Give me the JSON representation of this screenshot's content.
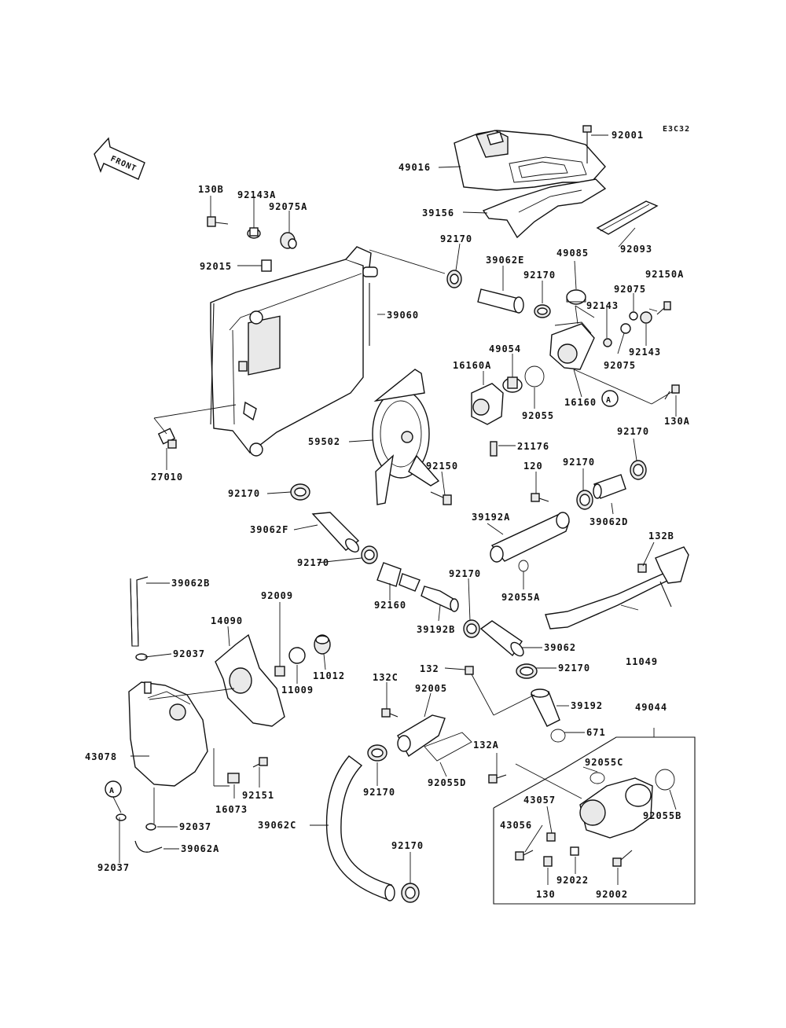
{
  "diagram": {
    "code": "E3C32",
    "front": "FRONT",
    "ref_circle": "A",
    "labels": {
      "p92001": "92001",
      "p49016": "49016",
      "p39156": "39156",
      "p92093": "92093",
      "p130B": "130B",
      "p92143A": "92143A",
      "p92075A": "92075A",
      "p92015": "92015",
      "p92170_a": "92170",
      "p39062E": "39062E",
      "p49085": "49085",
      "p92170_b": "92170",
      "p92075": "92075",
      "p92150A": "92150A",
      "p39060": "39060",
      "p92143_a": "92143",
      "p92143_b": "92143",
      "p92075_b": "92075",
      "p49054": "49054",
      "p16160A": "16160A",
      "p16160": "16160",
      "p92055": "92055",
      "p130A": "130A",
      "p27010": "27010",
      "p59502": "59502",
      "p21176": "21176",
      "p92170_c": "92170",
      "p92150": "92150",
      "p120": "120",
      "p92170_d": "92170",
      "p92170_e": "92170",
      "p39062D": "39062D",
      "p39062F": "39062F",
      "p39192A": "39192A",
      "p132B": "132B",
      "p92170_f": "92170",
      "p92055A": "92055A",
      "p39062B": "39062B",
      "p92009": "92009",
      "p92170_g": "92170",
      "p92160": "92160",
      "p14090": "14090",
      "p39192B": "39192B",
      "p39062": "39062",
      "p11049": "11049",
      "p92037_a": "92037",
      "p11012": "11012",
      "p11009": "11009",
      "p132": "132",
      "p92170_h": "92170",
      "p132C": "132C",
      "p92005": "92005",
      "p39192": "39192",
      "p49044": "49044",
      "p671": "671",
      "p92055C": "92055C",
      "p43078": "43078",
      "p132A": "132A",
      "p92170_i": "92170",
      "p92055D": "92055D",
      "p92151": "92151",
      "p16073": "16073",
      "p43057": "43057",
      "p92055B": "92055B",
      "p92037_b": "92037",
      "p39062C": "39062C",
      "p43056": "43056",
      "p39062A": "39062A",
      "p92170_j": "92170",
      "p92037_c": "92037",
      "p92022": "92022",
      "p130": "130",
      "p92002": "92002"
    }
  }
}
